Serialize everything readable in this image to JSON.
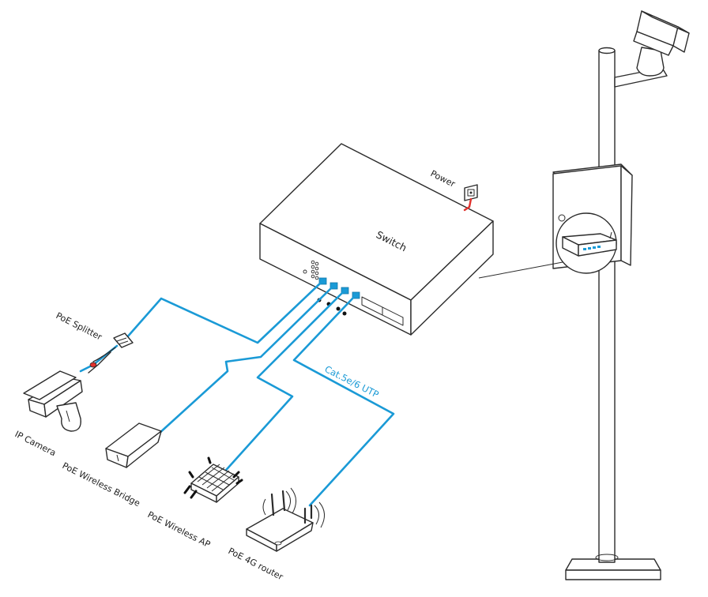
{
  "labels": {
    "switch": "Switch",
    "power": "Power",
    "poe_splitter": "PoE Splitter",
    "cable_type": "Cat.5e/6 UTP",
    "ip_camera": "IP Camera",
    "poe_wireless_bridge": "PoE Wireless Bridge",
    "poe_wireless_ap": "PoE Wireless AP",
    "poe_4g_router": "PoE 4G router"
  },
  "colors": {
    "cable": "#1a9ad6",
    "power_cord": "#e0322d",
    "outline": "#2b2b2b"
  },
  "icons": [
    "switch-icon",
    "power-socket-icon",
    "ip-camera-icon",
    "poe-splitter-icon",
    "wireless-bridge-icon",
    "wireless-ap-icon",
    "4g-router-icon",
    "pole-camera-icon",
    "enclosure-box-icon"
  ]
}
